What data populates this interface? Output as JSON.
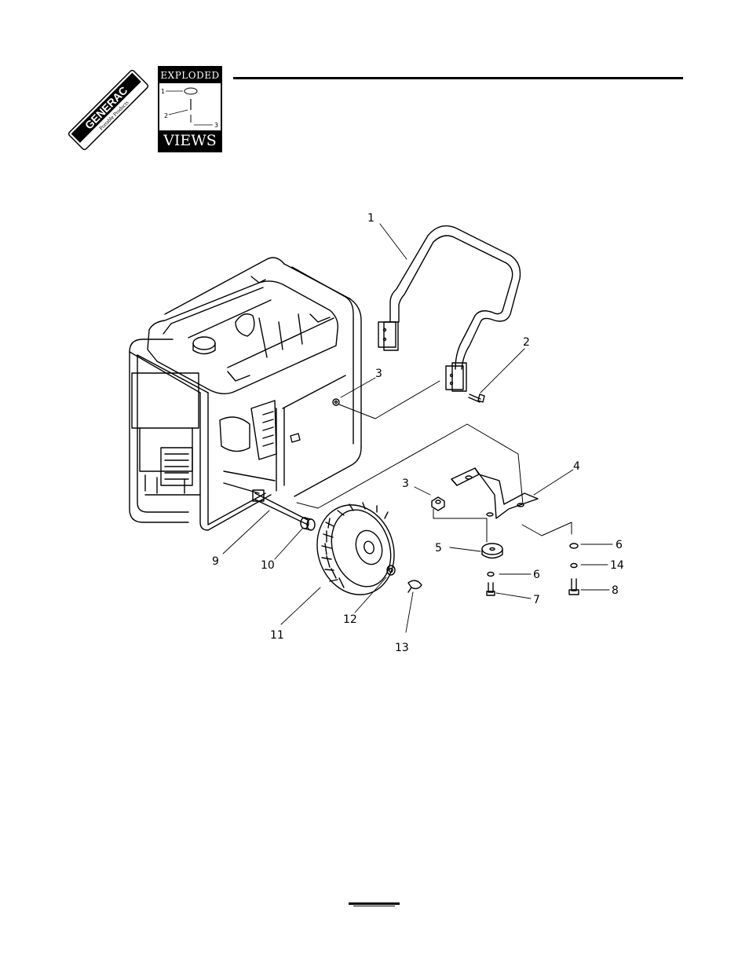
{
  "branding": {
    "logo_text": "GENERAC",
    "logo_subtext": "Portable Products",
    "badge_top": "EXPLODED",
    "badge_bottom": "VIEWS",
    "badge_mini_callouts": [
      "1",
      "2",
      "3"
    ]
  },
  "callouts": [
    "1",
    "2",
    "3",
    "3",
    "4",
    "5",
    "6",
    "6",
    "7",
    "8",
    "9",
    "10",
    "11",
    "12",
    "13",
    "14"
  ]
}
